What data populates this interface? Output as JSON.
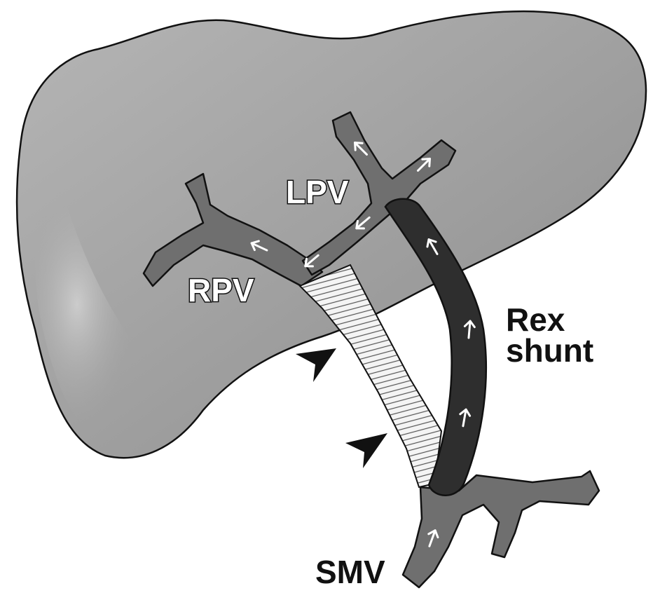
{
  "labels": {
    "lpv": "LPV",
    "rpv": "RPV",
    "rex_line1": "Rex",
    "rex_line2": "shunt",
    "smv": "SMV"
  },
  "colors": {
    "liver": "#a6a6a6",
    "liver_shadow": "#8a8a8a",
    "vessel": "#6f6f6f",
    "shunt": "#2e2e2e",
    "outline": "#111111",
    "thrombosed_vein": "#f4f4f4"
  },
  "icons": {
    "flow_arrow": "white-arrow-icon",
    "pointer": "black-arrowhead-icon"
  }
}
